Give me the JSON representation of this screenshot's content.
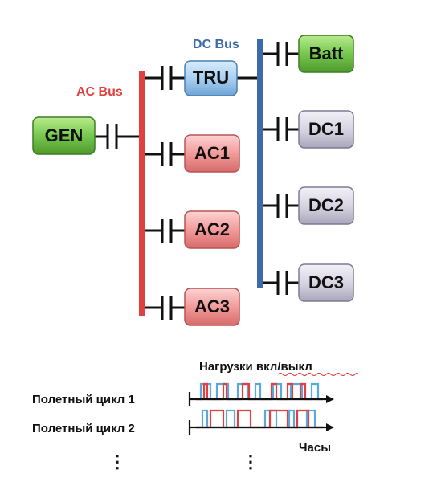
{
  "colors": {
    "ac_bus": "#e0403f",
    "dc_bus": "#3d6aa8",
    "green_fill": "#7bcb53",
    "blue_fill": "#a9d0f2",
    "red_fill": "#f29b9b",
    "gray_fill": "#d8d5e3",
    "trace_red": "#e0403f",
    "trace_blue": "#5aa8e0"
  },
  "buses": {
    "ac_label": "AC Bus",
    "dc_label": "DC Bus"
  },
  "nodes": {
    "gen": "GEN",
    "tru": "TRU",
    "batt": "Batt",
    "ac1": "AC1",
    "ac2": "AC2",
    "ac3": "AC3",
    "dc1": "DC1",
    "dc2": "DC2",
    "dc3": "DC3"
  },
  "timeline": {
    "loads_label": "Нагрузки вкл/выкл",
    "cycle1_label": "Полетный цикл 1",
    "cycle2_label": "Полетный цикл 2",
    "time_label": "Часы",
    "ellipsis": "⋮"
  }
}
